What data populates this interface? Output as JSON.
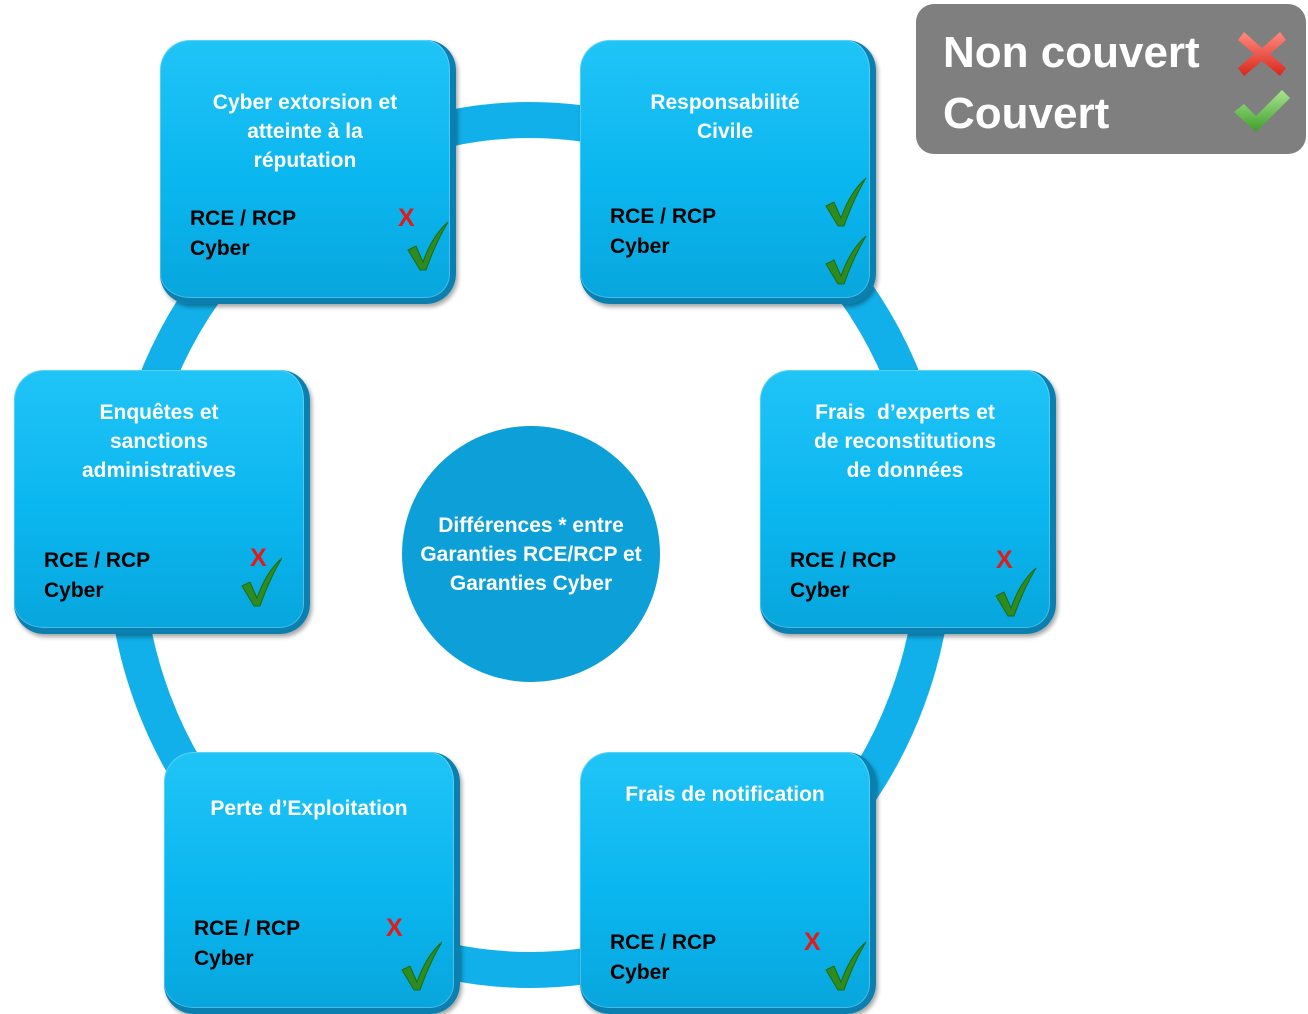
{
  "legend": {
    "non_couvert": "Non couvert",
    "couvert": "Couvert",
    "cross_color": "#e53030",
    "check_color": "#5cbb45"
  },
  "center": {
    "text": "Différences * entre Garanties RCE/RCP et Garanties Cyber"
  },
  "colors": {
    "box": "#0ab6ef",
    "ring": "#12b0ea",
    "center": "#0c9fd8",
    "x_mark": "#e21a1a",
    "check": "#2e8b1f"
  },
  "boxes": [
    {
      "id": "cyber-extorsion",
      "title_lines": [
        "Cyber extorsion et",
        "atteinte à la",
        "réputation"
      ],
      "row1": "RCE / RCP",
      "row2": "Cyber",
      "rce_covered": false,
      "cyber_covered": true
    },
    {
      "id": "responsabilite-civile",
      "title_lines": [
        "Responsabilité",
        "Civile"
      ],
      "row1": "RCE / RCP",
      "row2": "Cyber",
      "rce_covered": true,
      "cyber_covered": true
    },
    {
      "id": "enquetes-sanctions",
      "title_lines": [
        "Enquêtes et",
        "sanctions",
        "administratives"
      ],
      "row1": "RCE / RCP",
      "row2": "Cyber",
      "rce_covered": false,
      "cyber_covered": true
    },
    {
      "id": "frais-experts",
      "title_lines": [
        "Frais  d’experts et",
        "de reconstitutions",
        "de données"
      ],
      "row1": "RCE / RCP",
      "row2": "Cyber",
      "rce_covered": false,
      "cyber_covered": true
    },
    {
      "id": "perte-exploitation",
      "title_lines": [
        "Perte d’Exploitation"
      ],
      "row1": "RCE / RCP",
      "row2": "Cyber",
      "rce_covered": false,
      "cyber_covered": true
    },
    {
      "id": "frais-notification",
      "title_lines": [
        "Frais de notification"
      ],
      "row1": "RCE / RCP",
      "row2": "Cyber",
      "rce_covered": false,
      "cyber_covered": true
    }
  ]
}
